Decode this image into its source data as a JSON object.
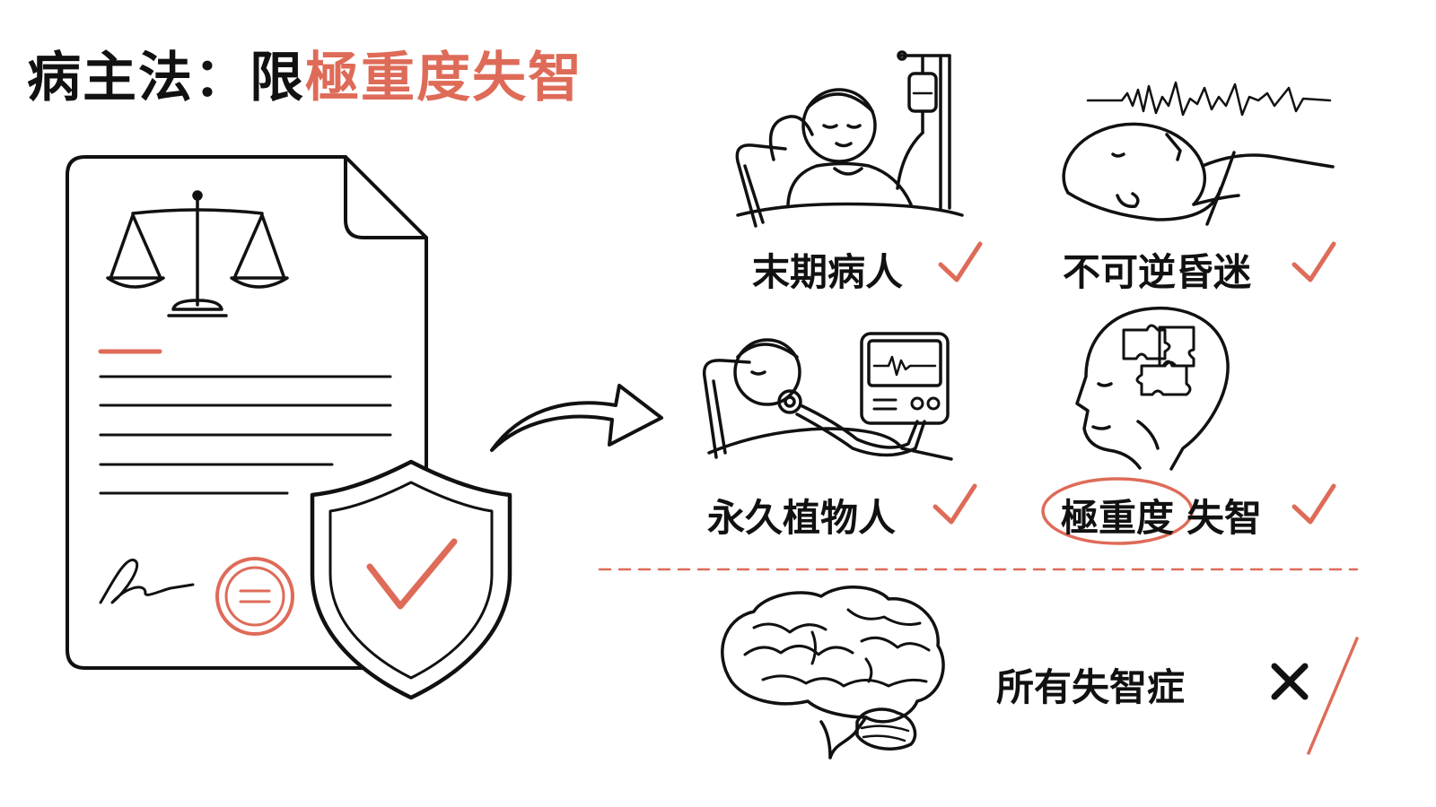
{
  "title": {
    "prefix": "病主法：限",
    "highlight": "極重度失智"
  },
  "conditions": [
    {
      "label": "末期病人",
      "status": "check"
    },
    {
      "label": "不可逆昏迷",
      "status": "check"
    },
    {
      "label": "永久植物人",
      "status": "check"
    },
    {
      "label_circled": "極重度",
      "label_rest": "失智",
      "status": "check"
    }
  ],
  "excluded": {
    "label": "所有失智症",
    "status": "cross"
  },
  "colors": {
    "accent": "#de6b58",
    "ink": "#111111"
  },
  "icons": [
    "law-document-icon",
    "scales-of-justice-icon",
    "signature-icon",
    "seal-icon",
    "shield-check-icon",
    "arrow-icon",
    "terminal-patient-icon",
    "iv-drip-icon",
    "coma-patient-icon",
    "heartbeat-line-icon",
    "ventilator-patient-icon",
    "monitor-icon",
    "dementia-head-icon",
    "puzzle-icon",
    "brain-icon"
  ]
}
